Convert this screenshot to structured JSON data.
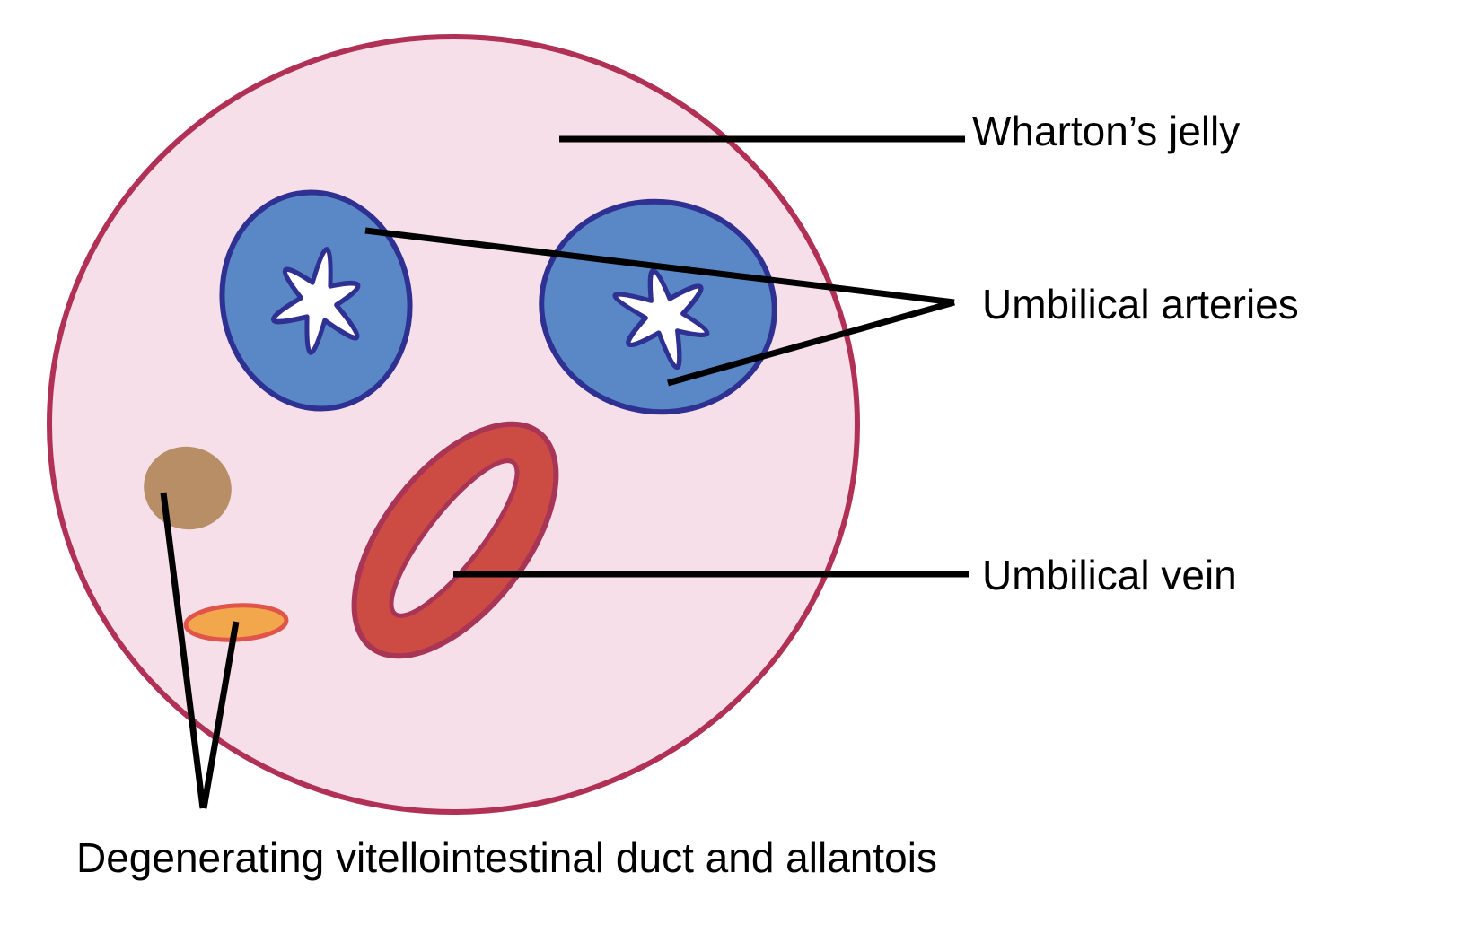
{
  "diagram": {
    "type": "anatomical-cross-section",
    "labels": {
      "whartons_jelly": "Wharton’s jelly",
      "umbilical_arteries": "Umbilical arteries",
      "umbilical_vein": "Umbilical vein",
      "degenerating": "Degenerating vitellointestinal duct and allantois"
    },
    "structures": [
      "whartons-jelly-body",
      "umbilical-artery-left",
      "umbilical-artery-right",
      "umbilical-vein-ring",
      "vitellointestinal-duct",
      "allantois"
    ]
  },
  "colors": {
    "background": "#ffffff",
    "jelly-fill": "#f6dfe9",
    "jelly-border": "#b13055",
    "artery-fill": "#5a87c5",
    "artery-border": "#2e3192",
    "lumen-fill": "#ffffff",
    "vein-fill": "#cc4b42",
    "vein-border": "#a93556",
    "duct-brown": "#b78e66",
    "allantois-fill": "#f3a74d",
    "allantois-border": "#e0544a",
    "line-black": "#000000",
    "label-text": "#000000"
  }
}
